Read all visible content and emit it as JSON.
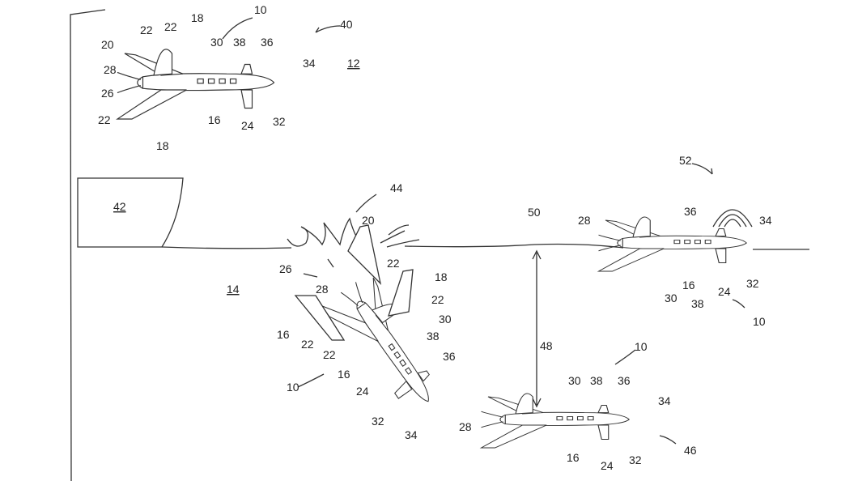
{
  "figure": {
    "labels": [
      "10",
      "40",
      "22",
      "22",
      "18",
      "20",
      "30",
      "38",
      "36",
      "34",
      "12",
      "28",
      "26",
      "22",
      "16",
      "24",
      "32",
      "18",
      "42",
      "44",
      "20",
      "26",
      "22",
      "18",
      "28",
      "22",
      "30",
      "16",
      "22",
      "38",
      "22",
      "36",
      "16",
      "24",
      "10",
      "32",
      "34",
      "14",
      "50",
      "52",
      "28",
      "36",
      "34",
      "48",
      "30",
      "16",
      "38",
      "24",
      "32",
      "10",
      "10",
      "30",
      "38",
      "36",
      "34",
      "28",
      "16",
      "24",
      "32",
      "46"
    ],
    "underlined": [
      "12",
      "42",
      "14"
    ],
    "colors": {
      "ink": "#333333",
      "background": "#ffffff"
    }
  }
}
